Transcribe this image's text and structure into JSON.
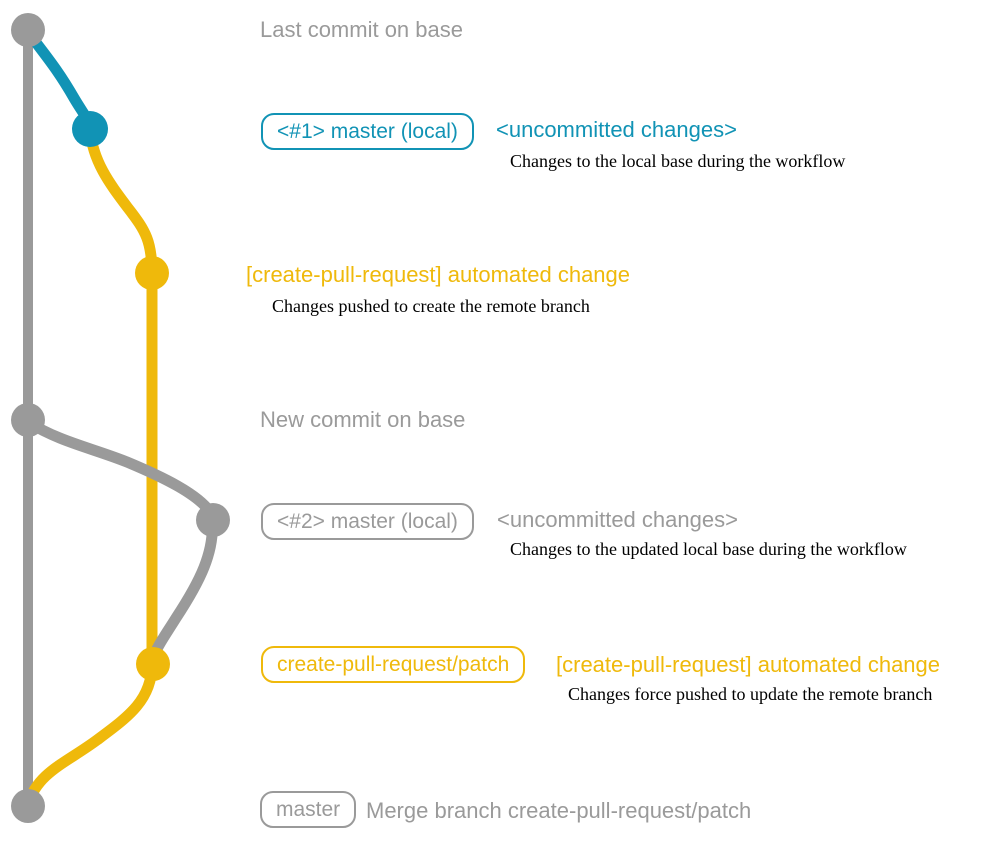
{
  "colors": {
    "gray": "#9a9a9a",
    "teal": "#1193b5",
    "gold": "#efb90b",
    "text_black": "#000000",
    "background": "#ffffff"
  },
  "graph": {
    "branches": [
      {
        "name": "base-branch-line",
        "color": "#9a9a9a"
      },
      {
        "name": "local-master-1-branch-line",
        "color": "#1193b5"
      },
      {
        "name": "create-pull-request-patch-branch-line",
        "color": "#efb90b"
      },
      {
        "name": "local-master-2-branch-line",
        "color": "#9a9a9a"
      }
    ],
    "nodes": [
      {
        "name": "commit-last-on-base",
        "color": "#9a9a9a"
      },
      {
        "name": "commit-uncommitted-1",
        "color": "#1193b5"
      },
      {
        "name": "commit-automated-change-1",
        "color": "#efb90b"
      },
      {
        "name": "commit-new-on-base",
        "color": "#9a9a9a"
      },
      {
        "name": "commit-uncommitted-2",
        "color": "#9a9a9a"
      },
      {
        "name": "commit-automated-change-2",
        "color": "#efb90b"
      },
      {
        "name": "commit-merge",
        "color": "#9a9a9a"
      }
    ]
  },
  "annotations": {
    "last_commit": {
      "label": "Last commit on base"
    },
    "uncommitted_1": {
      "badge": "<#1> master (local)",
      "title": "<uncommitted changes>",
      "desc": "Changes to the local base during the workflow"
    },
    "automated_1": {
      "title": "[create-pull-request] automated change",
      "desc": "Changes pushed to create the remote branch"
    },
    "new_commit": {
      "label": "New commit on base"
    },
    "uncommitted_2": {
      "badge": "<#2> master (local)",
      "title": "<uncommitted changes>",
      "desc": "Changes to the updated local base during the workflow"
    },
    "automated_2": {
      "badge": "create-pull-request/patch",
      "title": "[create-pull-request] automated change",
      "desc": "Changes force pushed to update the remote branch"
    },
    "merge": {
      "badge": "master",
      "label": "Merge branch create-pull-request/patch"
    }
  }
}
